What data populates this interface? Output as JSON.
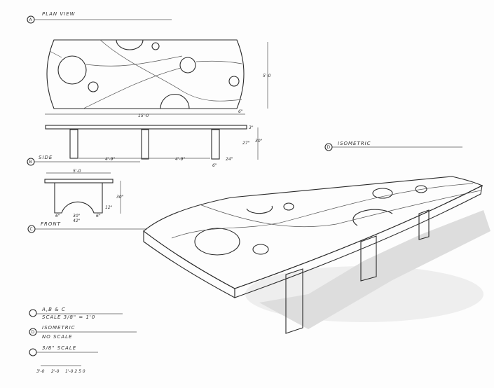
{
  "views": {
    "plan": {
      "marker": "A",
      "title": "PLAN VIEW",
      "width_dim": "15'-0",
      "depth_dim": "5'-0",
      "edge_dim": "6\""
    },
    "side": {
      "marker": "B",
      "title": "SIDE",
      "top_dim": "3\"",
      "leg_dim": "27\"",
      "height_dim": "30\"",
      "span1": "4'-9\"",
      "span2": "4'-9\"",
      "end_dim": "24\"",
      "leg_width": "6\""
    },
    "front": {
      "marker": "C",
      "title": "FRONT",
      "width_dim": "5'-0",
      "height_dim": "30\"",
      "arch_height": "12\"",
      "arch_width": "30\"",
      "left_leg": "6\"",
      "right_leg": "6\"",
      "base_width": "42\""
    },
    "isometric": {
      "marker": "D",
      "title": "ISOMETRIC"
    }
  },
  "legend": [
    {
      "marker": "",
      "line1": "A,B & C",
      "line2": "SCALE 3/8\" = 1'0"
    },
    {
      "marker": "D",
      "line1": "ISOMETRIC",
      "line2": "NO SCALE"
    },
    {
      "marker": "",
      "line1": "3/8\" SCALE",
      "line2": ""
    }
  ],
  "scale_bar": {
    "labels": [
      "3'-0",
      "2'-0",
      "1'-0 2 5 0"
    ]
  }
}
